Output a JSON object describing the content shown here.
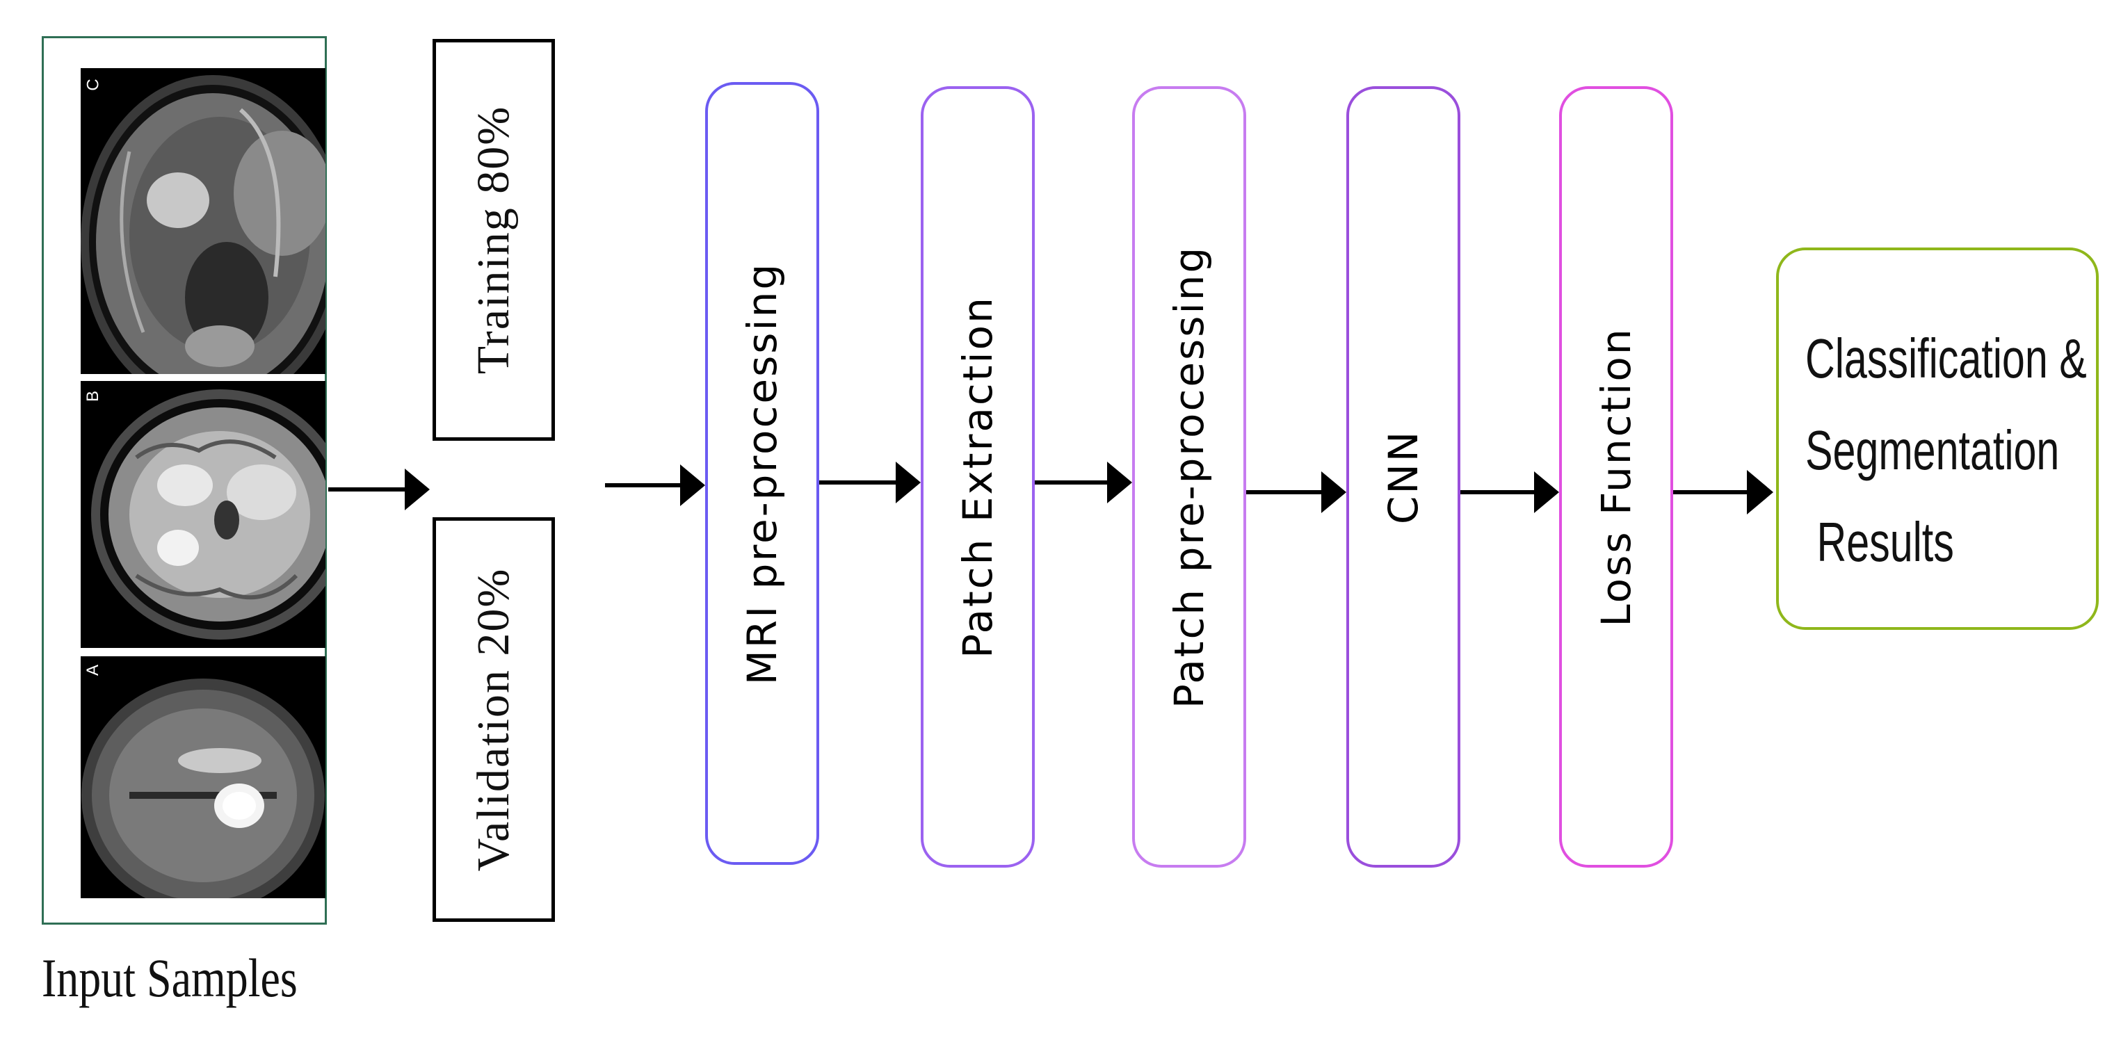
{
  "input_samples": {
    "caption": "Input Samples",
    "panels": [
      {
        "letter": "C"
      },
      {
        "letter": "B"
      },
      {
        "letter": "A"
      }
    ]
  },
  "split": {
    "training_label": "Training 80%",
    "validation_label": "Validation 20%"
  },
  "pipeline": {
    "stages": [
      {
        "label": "MRI pre-processing",
        "color": "#6b5bf2"
      },
      {
        "label": "Patch Extraction",
        "color": "#9b62f0"
      },
      {
        "label": "Patch pre-processing",
        "color": "#c77cf0"
      },
      {
        "label": "CNN",
        "color": "#9a4fdc"
      },
      {
        "label": "Loss Function",
        "color": "#e04fe0"
      }
    ]
  },
  "results": {
    "label": "Classification &\nSegmentation\n Results",
    "color": "#8fb71b"
  }
}
